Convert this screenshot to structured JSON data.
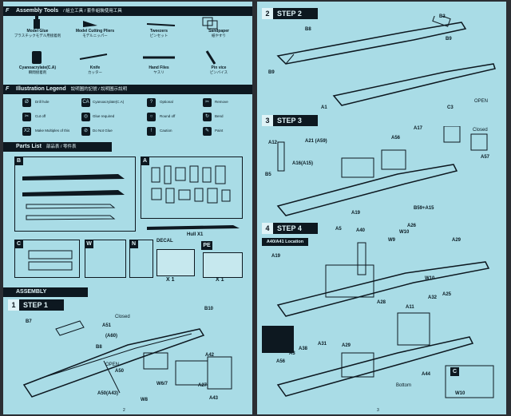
{
  "left": {
    "assembly_tools_title": "Assembly Tools",
    "assembly_tools_sub": "/ 組立工具 / 套件組裝使用工具",
    "tools": [
      {
        "name": "Model Glue",
        "sub": "プラスチックモデル用接着剤"
      },
      {
        "name": "Model Cutting Pliers",
        "sub": "モデルニッパー"
      },
      {
        "name": "Tweezers",
        "sub": "ピンセット"
      },
      {
        "name": "Sandpaper",
        "sub": "紙やすり"
      },
      {
        "name": "Cyanoacrylate(C.A)",
        "sub": "瞬間接着剤"
      },
      {
        "name": "Knife",
        "sub": "カッター"
      },
      {
        "name": "Hand Files",
        "sub": "ヤスリ"
      },
      {
        "name": "Pin vice",
        "sub": "ピンバイス"
      }
    ],
    "legend_title": "Illustration Legend",
    "legend_sub": "說明圖的記號 / 說明圖示說明",
    "legend": [
      {
        "icon": "Ø",
        "label": "Drill hole"
      },
      {
        "icon": "CA",
        "label": "Cyanoacrylate(C.A)"
      },
      {
        "icon": "?",
        "label": "Optional"
      },
      {
        "icon": "✂",
        "label": "Remove"
      },
      {
        "icon": "✂",
        "label": "Cut off"
      },
      {
        "icon": "◎",
        "label": "Glue required"
      },
      {
        "icon": "○",
        "label": "Round off"
      },
      {
        "icon": "↻",
        "label": "Bend"
      },
      {
        "icon": "X2",
        "label": "Make Multiples of this"
      },
      {
        "icon": "⊘",
        "label": "Do Not Glue"
      },
      {
        "icon": "!",
        "label": "Caution"
      },
      {
        "icon": "✎",
        "label": "Paint"
      }
    ],
    "parts_list_title": "Parts List",
    "parts_list_sub": "部品表 / 零件表",
    "sprues": {
      "b": "B",
      "a": "A",
      "c": "C",
      "w": "W",
      "n": "N",
      "hull": "Hull X1",
      "decal": "DECAL",
      "pe": "PE",
      "x1a": "X 1",
      "x1b": "X 1"
    },
    "assembly_title": "ASSEMBLY",
    "step1": {
      "num": "1",
      "label": "STEP 1"
    },
    "step1_parts": [
      "B7",
      "A51",
      "Closed",
      "(A60)",
      "B10",
      "B8",
      "OPEN",
      "A50",
      "A42",
      "W6/7",
      "A27",
      "A50(A43)",
      "W8",
      "A43"
    ],
    "page_num": "2"
  },
  "right": {
    "step2": {
      "num": "2",
      "label": "STEP 2"
    },
    "step2_parts": [
      "B8",
      "B3",
      "B9",
      "B9",
      "A1"
    ],
    "step3": {
      "num": "3",
      "label": "STEP 3"
    },
    "step3_parts": [
      "A12",
      "A21 (A59)",
      "A16(A15)",
      "A56",
      "A17",
      "A19",
      "B5",
      "C3",
      "OPEN",
      "Closed",
      "A57",
      "B59+A15"
    ],
    "step4": {
      "num": "4",
      "label": "STEP 4"
    },
    "step4_location": "A40/A41 Location",
    "step4_parts": [
      "A5",
      "A40",
      "A26",
      "W9",
      "W10",
      "A29",
      "A19",
      "W10",
      "A28",
      "A11",
      "A32",
      "A25",
      "A38",
      "A31",
      "A3",
      "A56",
      "A29",
      "C",
      "A44",
      "Bottom",
      "W10"
    ],
    "page_num": "3"
  }
}
